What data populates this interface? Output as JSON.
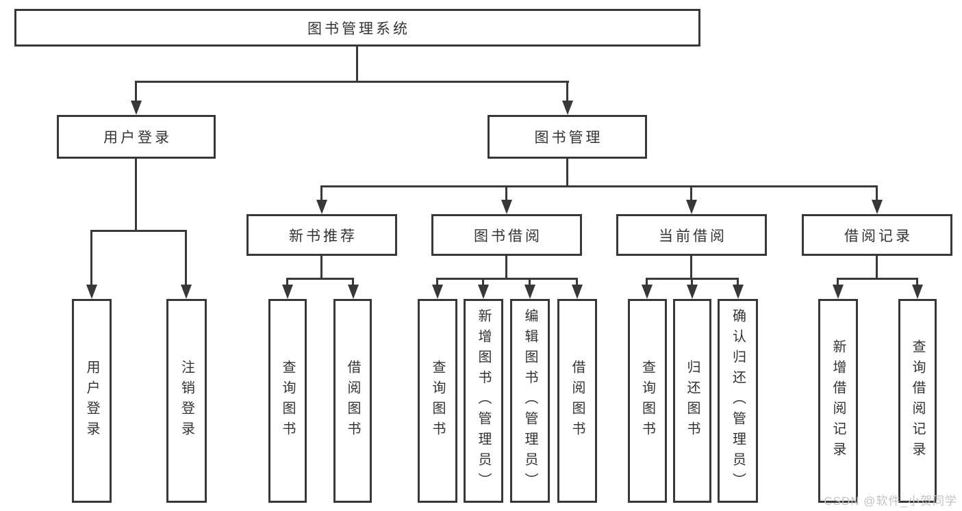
{
  "diagram": {
    "title": "图书管理系统",
    "branches": [
      {
        "label": "用户登录",
        "children": [
          {
            "label": "用户登录"
          },
          {
            "label": "注销登录"
          }
        ]
      },
      {
        "label": "图书管理",
        "children": [
          {
            "label": "新书推荐",
            "children": [
              {
                "label": "查询图书"
              },
              {
                "label": "借阅图书"
              }
            ]
          },
          {
            "label": "图书借阅",
            "children": [
              {
                "label": "查询图书"
              },
              {
                "label": "新增图书（管理员）"
              },
              {
                "label": "编辑图书（管理员）"
              },
              {
                "label": "借阅图书"
              }
            ]
          },
          {
            "label": "当前借阅",
            "children": [
              {
                "label": "查询图书"
              },
              {
                "label": "归还图书"
              },
              {
                "label": "确认归还（管理员）"
              }
            ]
          },
          {
            "label": "借阅记录",
            "children": [
              {
                "label": "新增借阅记录"
              },
              {
                "label": "查询借阅记录"
              }
            ]
          }
        ]
      }
    ]
  },
  "watermark": {
    "text": "CSDN @软件_小贺同学"
  },
  "colors": {
    "line": "#383838",
    "text": "#333333",
    "background": "#ffffff",
    "watermark": "#c3c3c3"
  }
}
